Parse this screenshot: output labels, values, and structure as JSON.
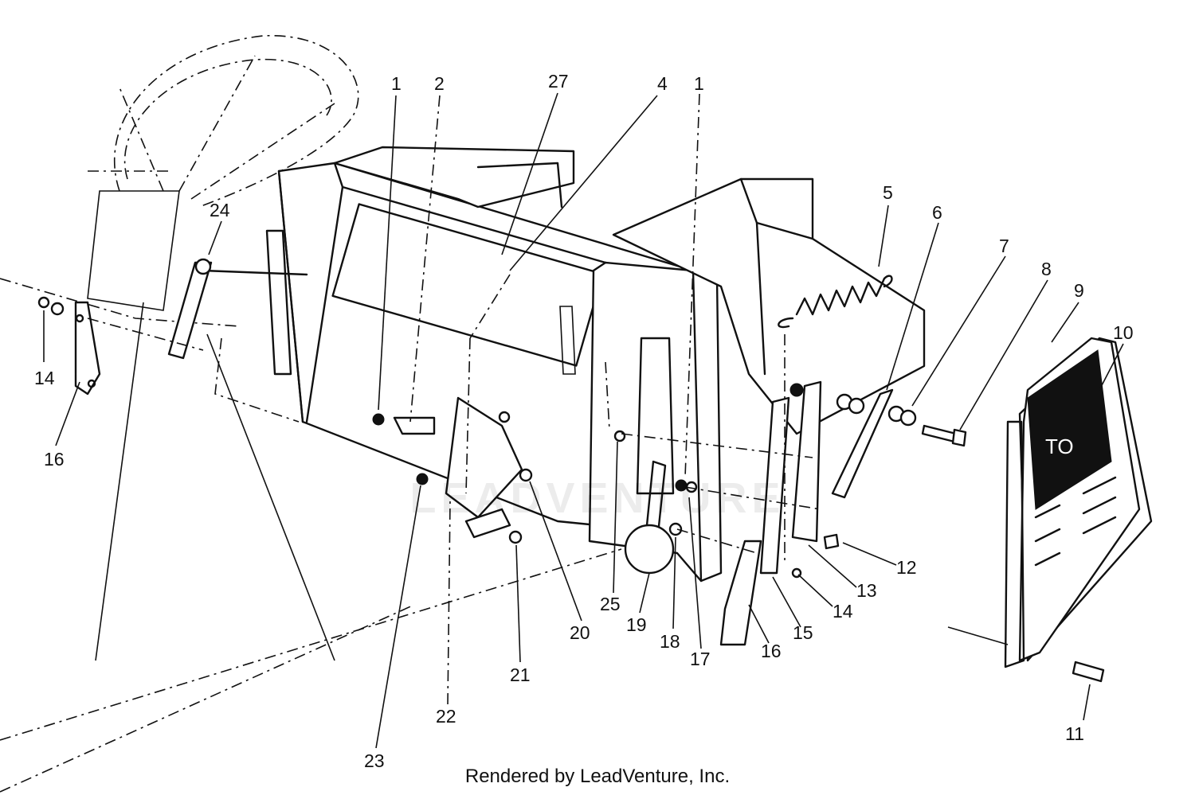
{
  "watermark": "LEADVENTURE",
  "footer": "Rendered by LeadVenture, Inc.",
  "decal_text": "TO",
  "callouts": [
    {
      "id": "c1a",
      "text": "1"
    },
    {
      "id": "c2",
      "text": "2"
    },
    {
      "id": "c27",
      "text": "27"
    },
    {
      "id": "c4",
      "text": "4"
    },
    {
      "id": "c1b",
      "text": "1"
    },
    {
      "id": "c5",
      "text": "5"
    },
    {
      "id": "c6",
      "text": "6"
    },
    {
      "id": "c7",
      "text": "7"
    },
    {
      "id": "c8",
      "text": "8"
    },
    {
      "id": "c9",
      "text": "9"
    },
    {
      "id": "c10",
      "text": "10"
    },
    {
      "id": "c24",
      "text": "24"
    },
    {
      "id": "c14a",
      "text": "14"
    },
    {
      "id": "c16a",
      "text": "16"
    },
    {
      "id": "c12",
      "text": "12"
    },
    {
      "id": "c13",
      "text": "13"
    },
    {
      "id": "c14b",
      "text": "14"
    },
    {
      "id": "c15",
      "text": "15"
    },
    {
      "id": "c16b",
      "text": "16"
    },
    {
      "id": "c17",
      "text": "17"
    },
    {
      "id": "c18",
      "text": "18"
    },
    {
      "id": "c19",
      "text": "19"
    },
    {
      "id": "c25",
      "text": "25"
    },
    {
      "id": "c20",
      "text": "20"
    },
    {
      "id": "c21",
      "text": "21"
    },
    {
      "id": "c22",
      "text": "22"
    },
    {
      "id": "c23",
      "text": "23"
    },
    {
      "id": "c11",
      "text": "11"
    }
  ]
}
